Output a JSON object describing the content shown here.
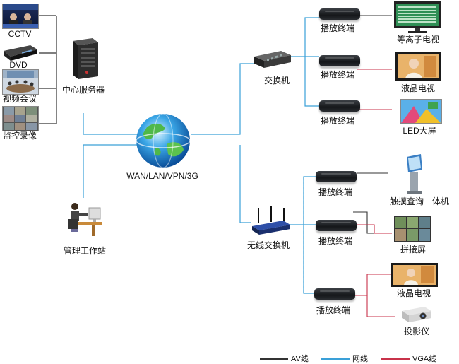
{
  "sources": {
    "cctv": "CCTV",
    "dvd": "DVD",
    "video_conf": "视频会议",
    "surveillance": "监控录像"
  },
  "server": "中心服务器",
  "network": "WAN/LAN/VPN/3G",
  "switch": "交换机",
  "wireless_switch": "无线交换机",
  "workstation": "管理工作站",
  "terminal": "播放终端",
  "displays": {
    "plasma_tv": "等离子电视",
    "lcd_tv_top": "液晶电视",
    "led_screen": "LED大屏",
    "touch_kiosk": "触摸查询一体机",
    "video_wall": "拼接屏",
    "lcd_tv_bottom": "液晶电视",
    "projector": "投影仪"
  },
  "legend": {
    "av": "AV线",
    "network": "网线",
    "vga": "VGA线"
  },
  "colors": {
    "av_line": "#333333",
    "network_line": "#3aa0d8",
    "vga_line": "#c8324a"
  }
}
